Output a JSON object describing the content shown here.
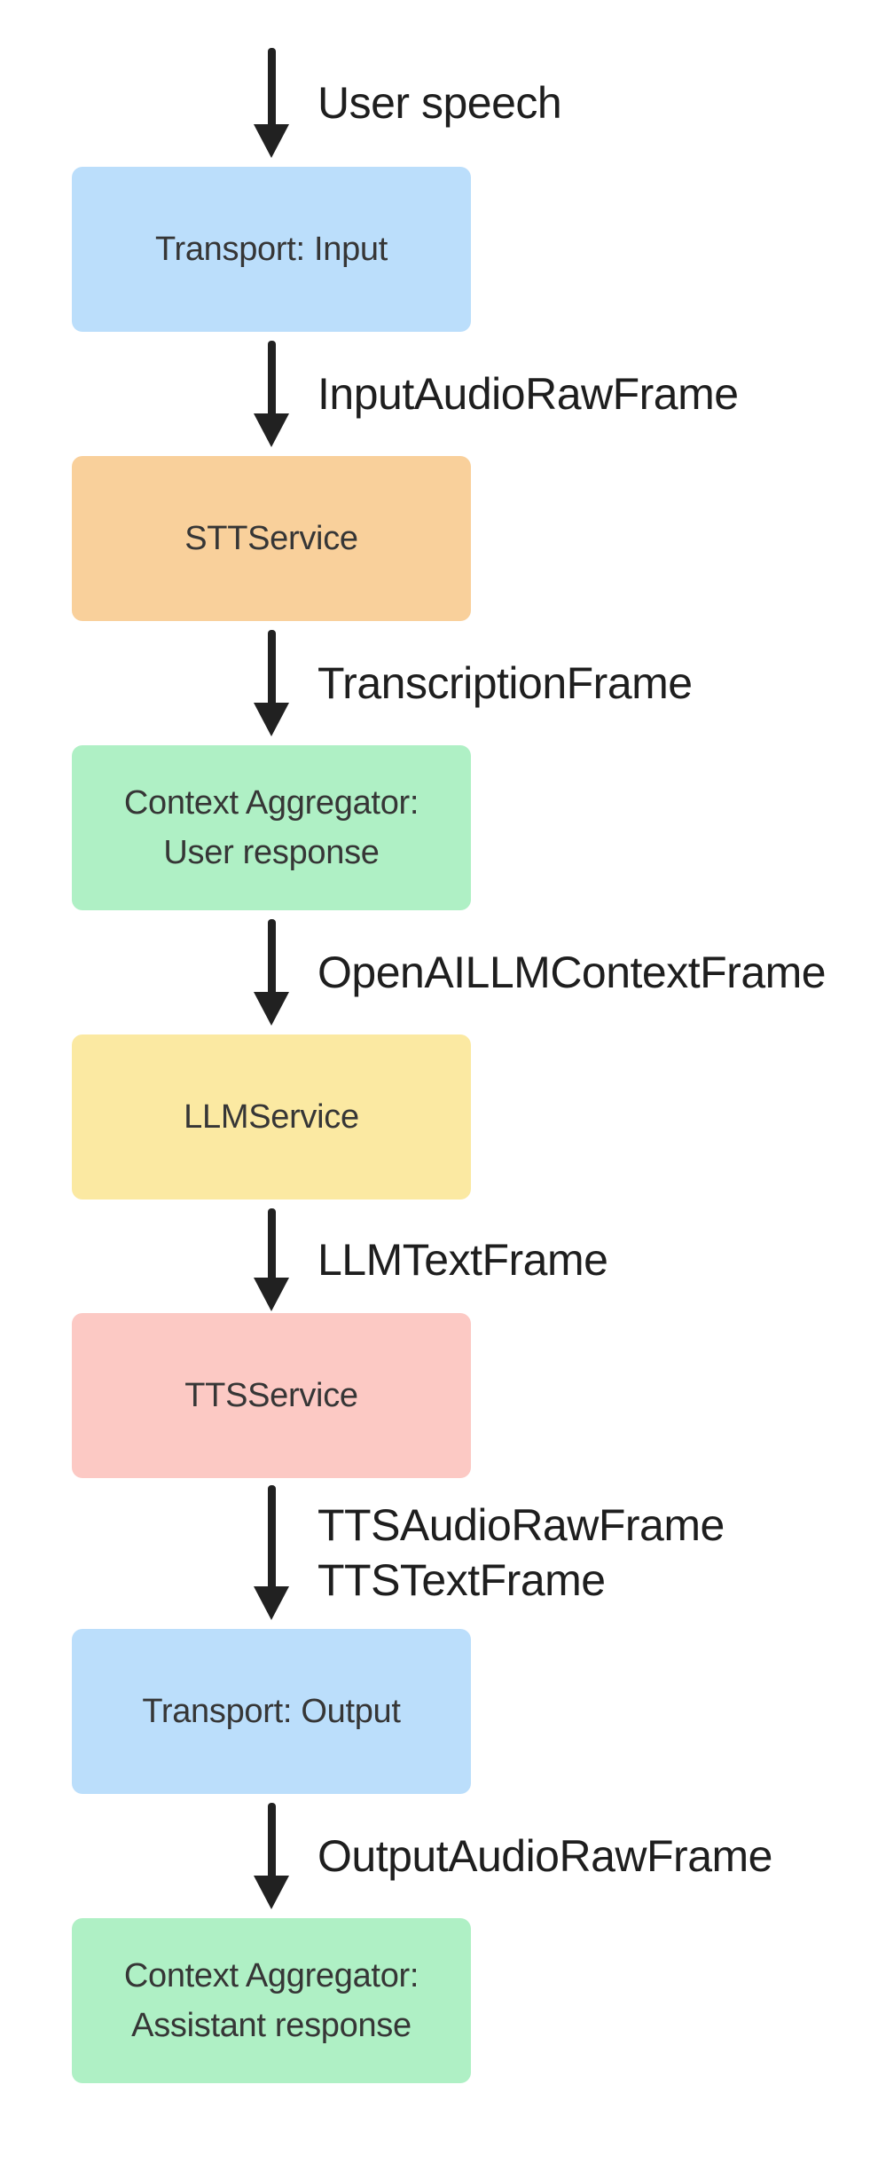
{
  "diagram": {
    "background_color": "#ffffff",
    "arrow_color": "#212121",
    "edge_label_color": "#1e1e1e",
    "node_text_color": "#363636",
    "palette": {
      "blue": "#bbdefb",
      "orange": "#f9d09b",
      "green": "#aff0c5",
      "yellow": "#fbe9a2",
      "red": "#fcc9c4"
    },
    "edges": [
      {
        "labels": [
          "User speech"
        ]
      },
      {
        "labels": [
          "InputAudioRawFrame"
        ]
      },
      {
        "labels": [
          "TranscriptionFrame"
        ]
      },
      {
        "labels": [
          "OpenAILLMContextFrame"
        ]
      },
      {
        "labels": [
          "LLMTextFrame"
        ]
      },
      {
        "labels": [
          "TTSAudioRawFrame",
          "TTSTextFrame"
        ]
      },
      {
        "labels": [
          "OutputAudioRawFrame"
        ]
      }
    ],
    "nodes": [
      {
        "lines": [
          "Transport: Input"
        ],
        "color": "blue"
      },
      {
        "lines": [
          "STTService"
        ],
        "color": "orange"
      },
      {
        "lines": [
          "Context Aggregator:",
          "User response"
        ],
        "color": "green"
      },
      {
        "lines": [
          "LLMService"
        ],
        "color": "yellow"
      },
      {
        "lines": [
          "TTSService"
        ],
        "color": "red"
      },
      {
        "lines": [
          "Transport: Output"
        ],
        "color": "blue"
      },
      {
        "lines": [
          "Context Aggregator:",
          "Assistant response"
        ],
        "color": "green"
      }
    ]
  }
}
